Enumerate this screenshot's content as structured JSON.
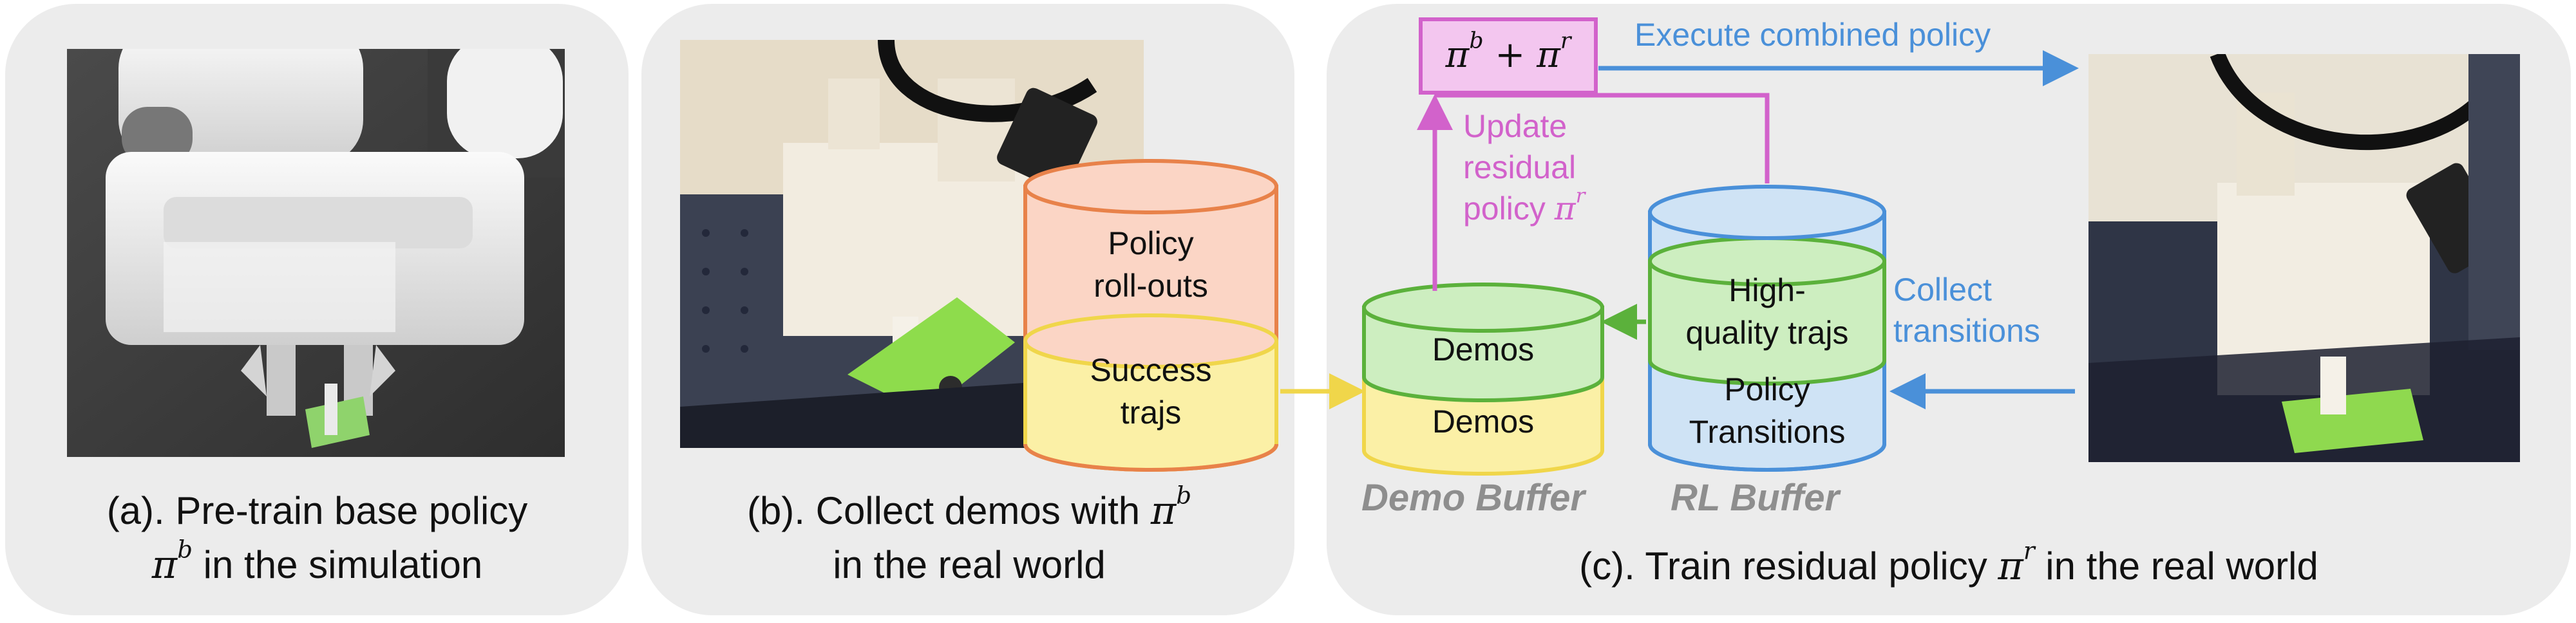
{
  "panel_a": {
    "caption_line1": "(a). Pre-train base policy",
    "caption_symbol": "π",
    "caption_sup": "b",
    "caption_line2_rest": " in the simulation"
  },
  "panel_b": {
    "caption_line1_prefix": "(b). Collect demos with ",
    "caption_symbol": "π",
    "caption_sup": "b",
    "caption_line2": "in the  real world",
    "cylinder_top": [
      "Policy",
      "roll-outs"
    ],
    "cylinder_bottom": [
      "Success",
      "trajs"
    ]
  },
  "panel_c": {
    "caption_prefix": "(c). Train residual policy ",
    "caption_symbol": "π",
    "caption_sup": "r",
    "caption_suffix": " in the real world",
    "policy_box": {
      "pi1": "π",
      "sup1": "b",
      "plus": " + ",
      "pi2": "π",
      "sup2": "r"
    },
    "execute_label": "Execute combined policy",
    "update_label": [
      "Update",
      "residual"
    ],
    "update_label_line3_prefix": "policy ",
    "update_symbol": "π",
    "update_sup": "r",
    "collect_label": [
      "Collect",
      "transitions"
    ],
    "demo_buffer_top": "Demos",
    "demo_buffer_bottom": "Demos",
    "demo_buffer_label": "Demo Buffer",
    "rl_buffer_top": [
      "High-",
      "quality trajs"
    ],
    "rl_buffer_bottom": [
      "Policy",
      "Transitions"
    ],
    "rl_buffer_label": "RL Buffer"
  },
  "colors": {
    "panel_bg": "#ececec",
    "orange": "#e8824a",
    "orange_fill": "#fbd5c5",
    "yellow": "#f0d64a",
    "yellow_fill": "#fbf0a6",
    "green": "#5bb13b",
    "green_fill": "#cdeec0",
    "blue": "#4a90d9",
    "blue_fill": "#cfe3f5",
    "pink": "#d262cb",
    "pink_fill": "#f3c6ef",
    "gray_label": "#8e8e8e"
  }
}
